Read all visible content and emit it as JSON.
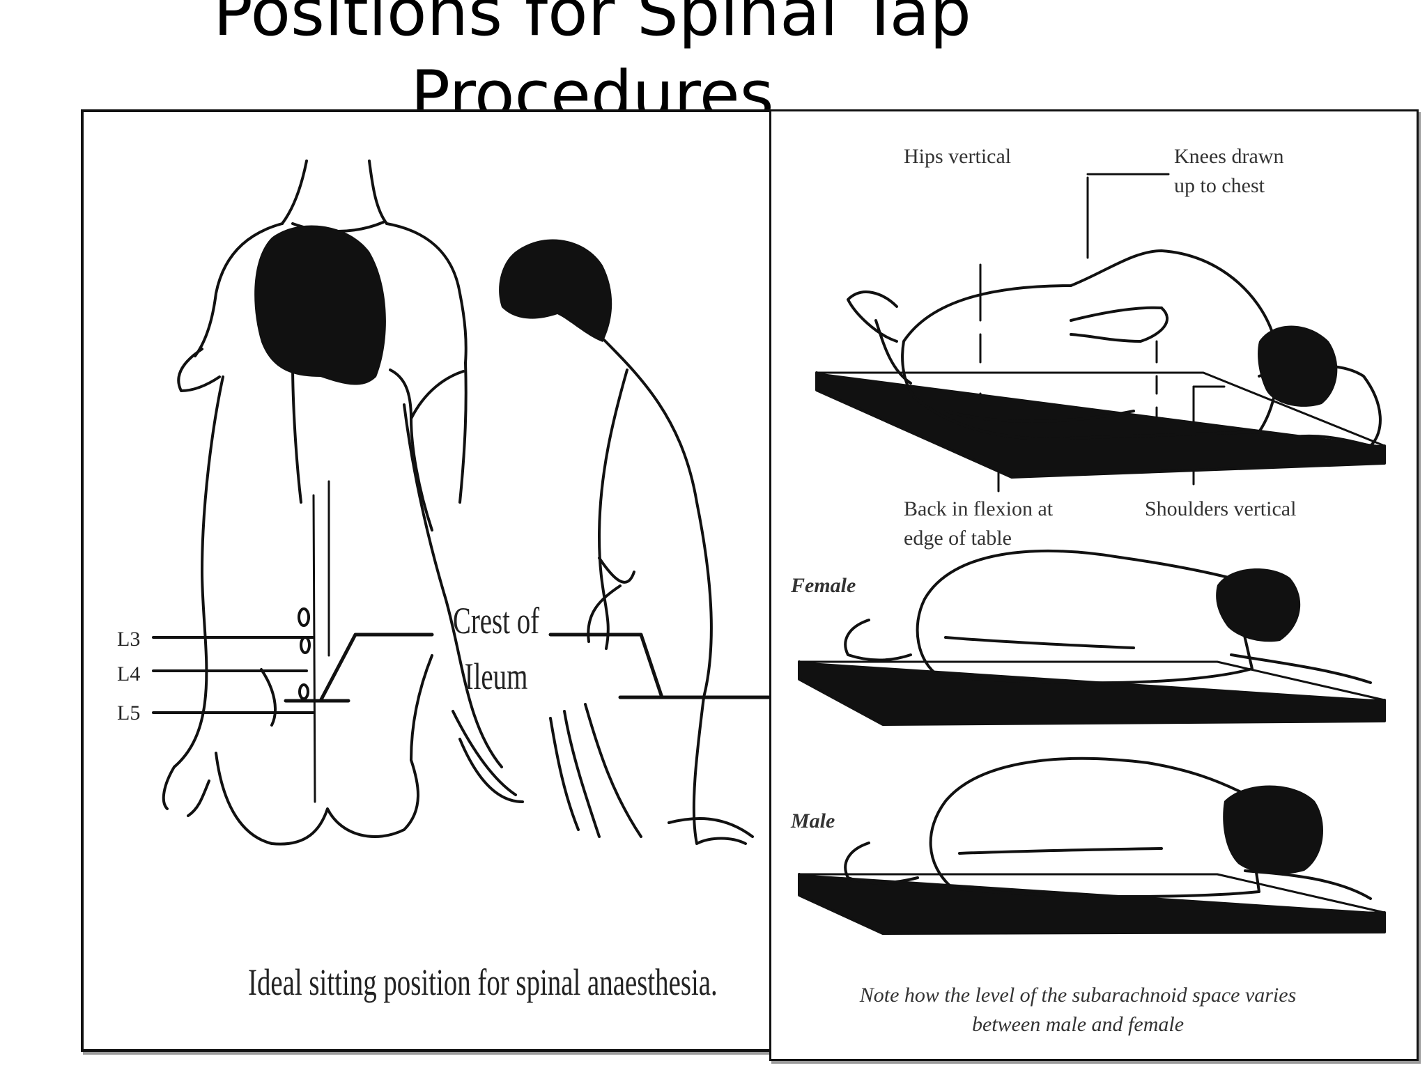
{
  "slide": {
    "title": "Positions for Spinal Tap Procedures"
  },
  "left_figure": {
    "vertebra_labels": [
      "L3",
      "L4",
      "L5"
    ],
    "crest_label": "Crest of Ileum",
    "caption": "Ideal sitting position for spinal anaesthesia."
  },
  "right_figure": {
    "labels": {
      "hips": "Hips vertical",
      "knees": "Knees drawn\nup to chest",
      "back": "Back in flexion at\nedge of table",
      "shoulders": "Shoulders vertical"
    },
    "female_label": "Female",
    "male_label": "Male",
    "note": "Note how the level of the subarachnoid space varies between male and female"
  },
  "colors": {
    "ink": "#111111",
    "background": "#ffffff",
    "panel_shadow": "#9a9a9a"
  }
}
